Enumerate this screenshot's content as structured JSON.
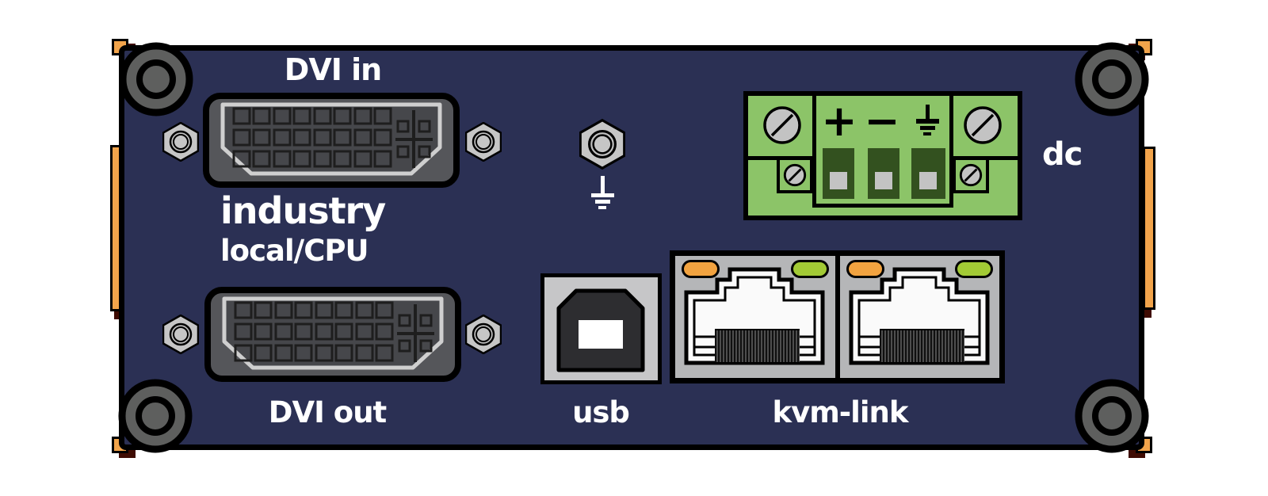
{
  "labels": {
    "dvi_in": "DVI in",
    "industry": "industry",
    "local_cpu": "local/CPU",
    "dvi_out": "DVI out",
    "usb": "usb",
    "kvm_link": "kvm-link",
    "dc": "dc"
  },
  "dc_terminal": {
    "plus": "+",
    "minus": "−",
    "ground_icon": "earth-ground-icon",
    "screw_count": 4,
    "slot_count": 3
  },
  "connectors": {
    "dvi_port_count": 2,
    "ethernet_port_count": 2,
    "ethernet_led_colors": [
      "orange",
      "green"
    ]
  },
  "icons": {
    "earth_ground": "earth-ground-icon",
    "slotted_screw": "slotted-screw-icon",
    "hex_nut": "hex-nut-icon",
    "panel_screw": "panel-screw-icon"
  },
  "colors": {
    "panel": "#2b3054",
    "accent_orange": "#f2a44b",
    "terminal_green": "#8cc468",
    "terminal_slot_green": "#33511f",
    "led_orange": "#f2a340",
    "led_green": "#a2ca35",
    "label_text": "#ffffff",
    "outline": "#000000"
  }
}
